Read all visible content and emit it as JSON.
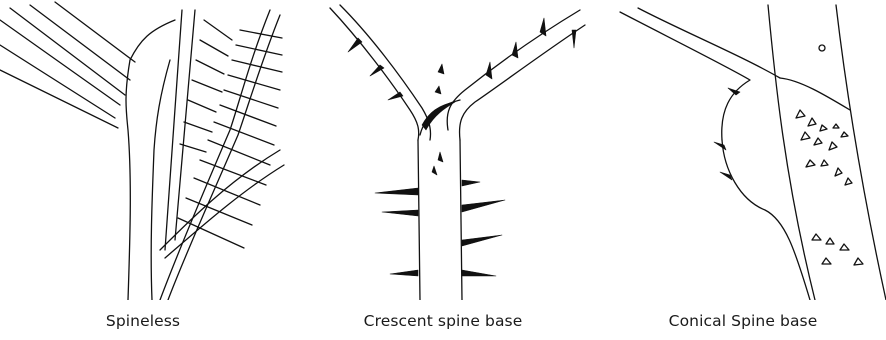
{
  "figure": {
    "panels": [
      {
        "caption": "Spineless"
      },
      {
        "caption": "Crescent spine base"
      },
      {
        "caption": "Conical Spine base"
      }
    ]
  }
}
